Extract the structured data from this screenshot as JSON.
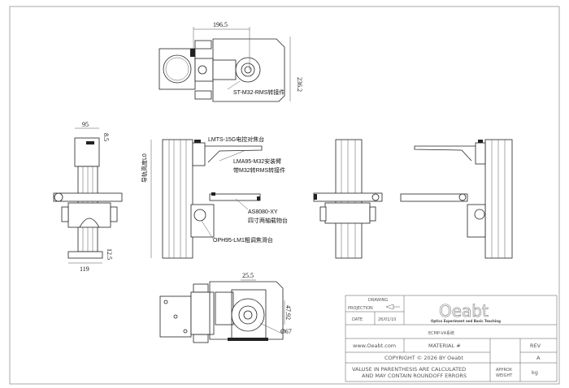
{
  "views": {
    "top": {
      "dim_width": "196.5",
      "dim_height": "236.2",
      "label": "ST-M32-RMS转接件"
    },
    "left_side": {
      "dim_top_width": "95",
      "dim_top_offset": "8.5",
      "dim_base_width": "119",
      "dim_base_offset": "12.5"
    },
    "front": {
      "dim_rail_height": "导轨高度L0",
      "labels": [
        "LMTS-15G电控对焦台",
        "LMA95-M32安装臂",
        "带M32转RMS转接件",
        "AS8080-XY",
        "四寸两轴载物台",
        "OPH95-LM1粗调焦滑台"
      ]
    },
    "bottom": {
      "dim_width": "25.5",
      "dim_height": "47.92",
      "dim_diameter": "Ø67"
    }
  },
  "title_block": {
    "drawing": "DRAWING",
    "projection": "PROJECTION",
    "date_label": "DATE",
    "date_value": "26/01/10",
    "logo_text": "Oeabt",
    "logo_tagline": "Optics Experiment and Basic Teaching",
    "drawing_name": "ECMP-V4系统",
    "website": "www.Oeabt.com",
    "material": "MATERIAL #",
    "rev_label": "REV",
    "rev_value": "A",
    "copyright": "COPYRIGHT © 2026 BY Oeabt",
    "note_line1": "VALUSE IN PARENTHESIS ARE CALCULATED",
    "note_line2": "AND MAY CONTAIN ROUNDOFF ERRORS",
    "approx": "APPROX",
    "weight": "WEIGHT",
    "weight_unit": "kg"
  }
}
